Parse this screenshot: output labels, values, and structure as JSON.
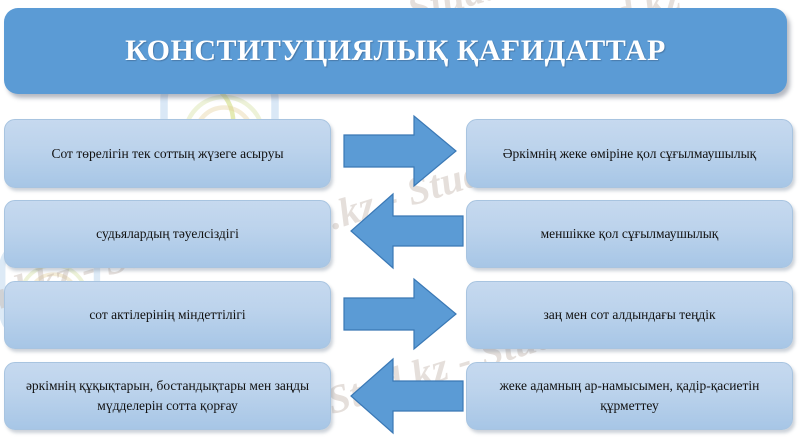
{
  "header": {
    "title": "КОНСТИТУЦИЯЛЫҚ ҚАҒИДАТТАР",
    "color": "#5b9bd5"
  },
  "theme": {
    "box_fill_top": "#c6d9ef",
    "box_fill_bottom": "#a7c6e6",
    "arrow_fill": "#5b9bd5",
    "arrow_stroke": "#3a78b5",
    "text_color": "#111111",
    "background": "#ffffff"
  },
  "left_column": {
    "items": [
      {
        "label": "Сот төрелігін тек соттың жүзеге асыруы"
      },
      {
        "label": "судьялардың тәуелсіздігі"
      },
      {
        "label": "сот актілерінің міндеттілігі"
      },
      {
        "label": "әркімнің құқықтарын, бостандықтары мен заңды мүдделерін сотта қорғау"
      }
    ]
  },
  "right_column": {
    "items": [
      {
        "label": "Әркімнің жеке өміріне қол сұғылмаушылық"
      },
      {
        "label": "меншікке қол сұғылмаушылық"
      },
      {
        "label": "заң мен сот алдындағы теңдік"
      },
      {
        "label": "жеке адамның ар-намысымен, қадір-қасиетін құрметтеу"
      }
    ]
  },
  "arrows": [
    {
      "direction": "right",
      "icon": "arrow-right-icon"
    },
    {
      "direction": "left",
      "icon": "arrow-left-icon"
    },
    {
      "direction": "right",
      "icon": "arrow-right-icon"
    },
    {
      "direction": "left",
      "icon": "arrow-left-icon"
    }
  ],
  "watermarks": [
    {
      "text": "Stud.kz - Stud.kz"
    },
    {
      "text": "Stud.kz - Stud.kz"
    },
    {
      "text": "Stud.kz - Stud.kz"
    },
    {
      "text": "Stud.kz - Stud.kz"
    },
    {
      "text": "Stud.kz - Stud.kz"
    }
  ]
}
